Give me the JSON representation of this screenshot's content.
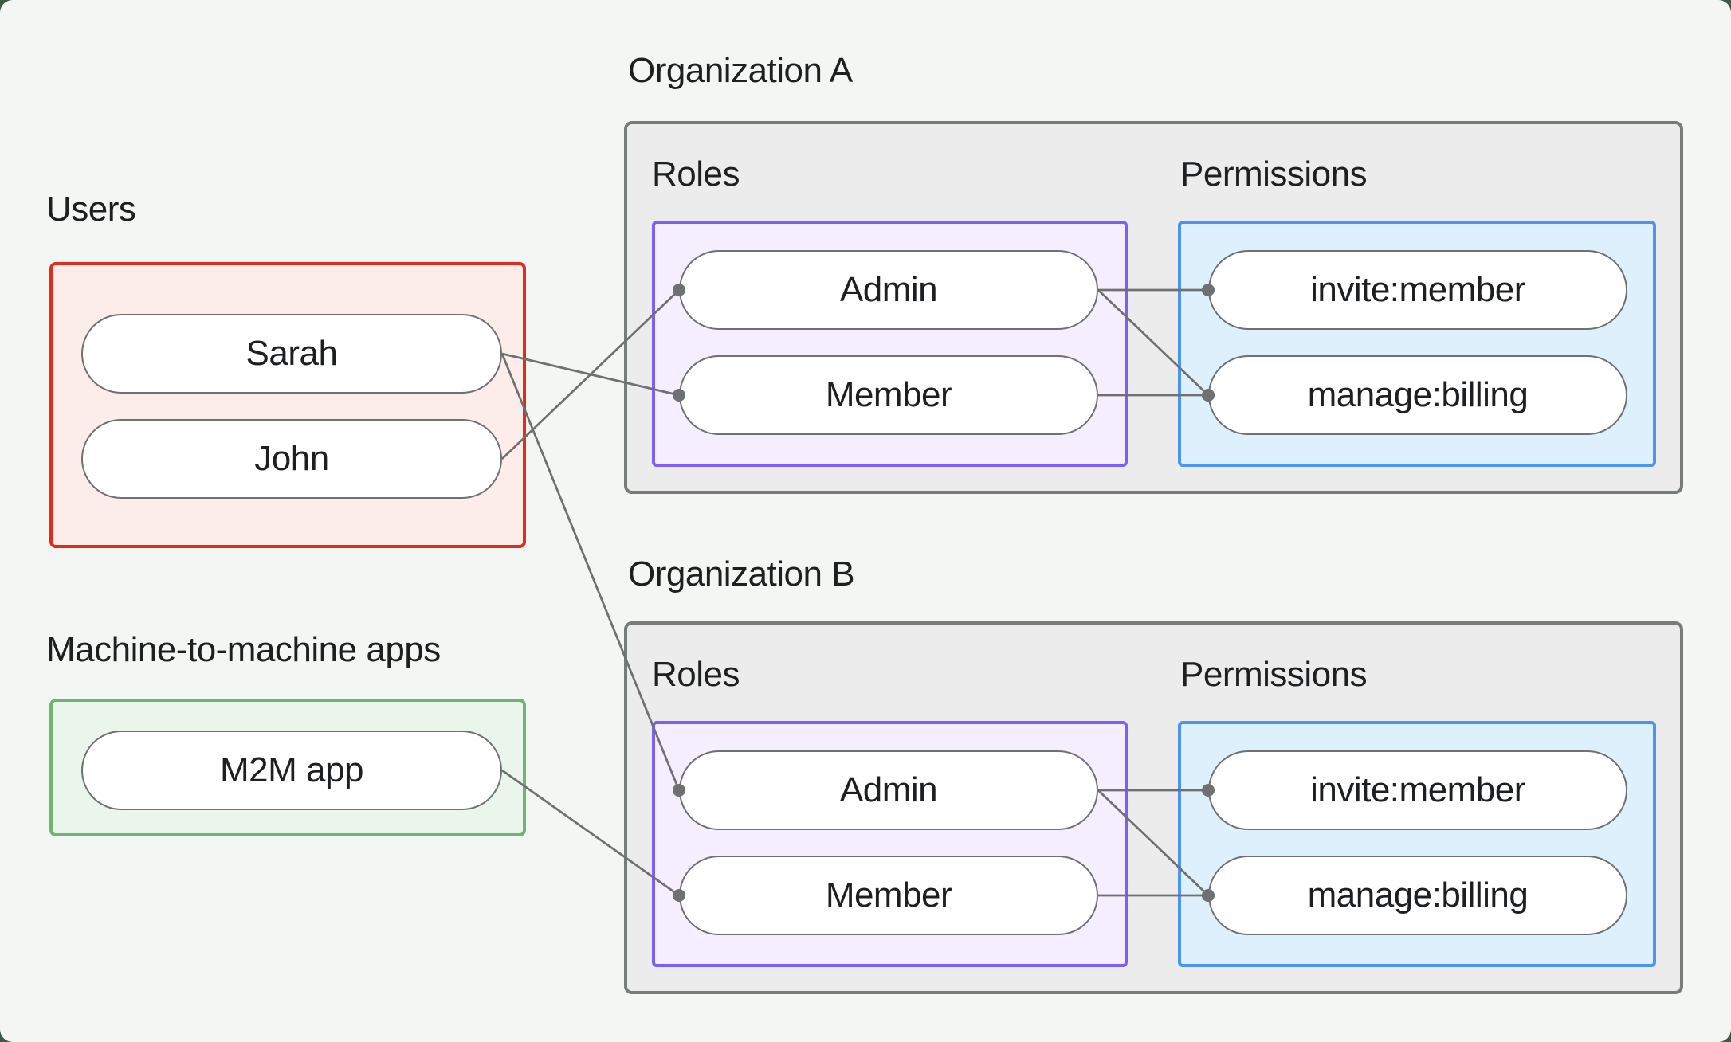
{
  "palette": {
    "page_bg": "#f4f6f4",
    "outside_bg": "#3c5a46",
    "text": "#1d1f21",
    "pill_fill": "#ffffff",
    "pill_border": "#6e7071",
    "edge_line": "#6e7071",
    "edge_dot": "#6e7071",
    "org_box_border": "#787c79",
    "org_box_fill": "#ececec",
    "users_border": "#e12b1e",
    "users_fill": "#fcecea",
    "m2m_border": "#6db570",
    "m2m_fill": "#eaf5eb",
    "roles_border": "#7d5ef8",
    "roles_fill": "#f4eefe",
    "permissions_border": "#4b93f5",
    "permissions_fill": "#def0fc"
  },
  "users_group": {
    "label": "Users",
    "items": [
      "Sarah",
      "John"
    ]
  },
  "m2m_group": {
    "label": "Machine-to-machine apps",
    "items": [
      "M2M app"
    ]
  },
  "orgs": [
    {
      "label": "Organization A",
      "roles_label": "Roles",
      "permissions_label": "Permissions",
      "roles": [
        "Admin",
        "Member"
      ],
      "permissions": [
        "invite:member",
        "manage:billing"
      ]
    },
    {
      "label": "Organization B",
      "roles_label": "Roles",
      "permissions_label": "Permissions",
      "roles": [
        "Admin",
        "Member"
      ],
      "permissions": [
        "invite:member",
        "manage:billing"
      ]
    }
  ],
  "edges": [
    {
      "from": "pill-users-sarah",
      "to": "pill-orga-member"
    },
    {
      "from": "pill-users-john",
      "to": "pill-orga-admin"
    },
    {
      "from": "pill-users-sarah",
      "to": "pill-orgb-admin"
    },
    {
      "from": "pill-m2m-app",
      "to": "pill-orgb-member"
    },
    {
      "from": "pill-orga-admin",
      "to": "pill-orga-invite-member"
    },
    {
      "from": "pill-orga-admin",
      "to": "pill-orga-manage-billing"
    },
    {
      "from": "pill-orga-member",
      "to": "pill-orga-manage-billing"
    },
    {
      "from": "pill-orgb-admin",
      "to": "pill-orgb-invite-member"
    },
    {
      "from": "pill-orgb-admin",
      "to": "pill-orgb-manage-billing"
    },
    {
      "from": "pill-orgb-member",
      "to": "pill-orgb-manage-billing"
    }
  ],
  "edge_style": {
    "line_width": 2.75,
    "dot_radius": 8
  }
}
